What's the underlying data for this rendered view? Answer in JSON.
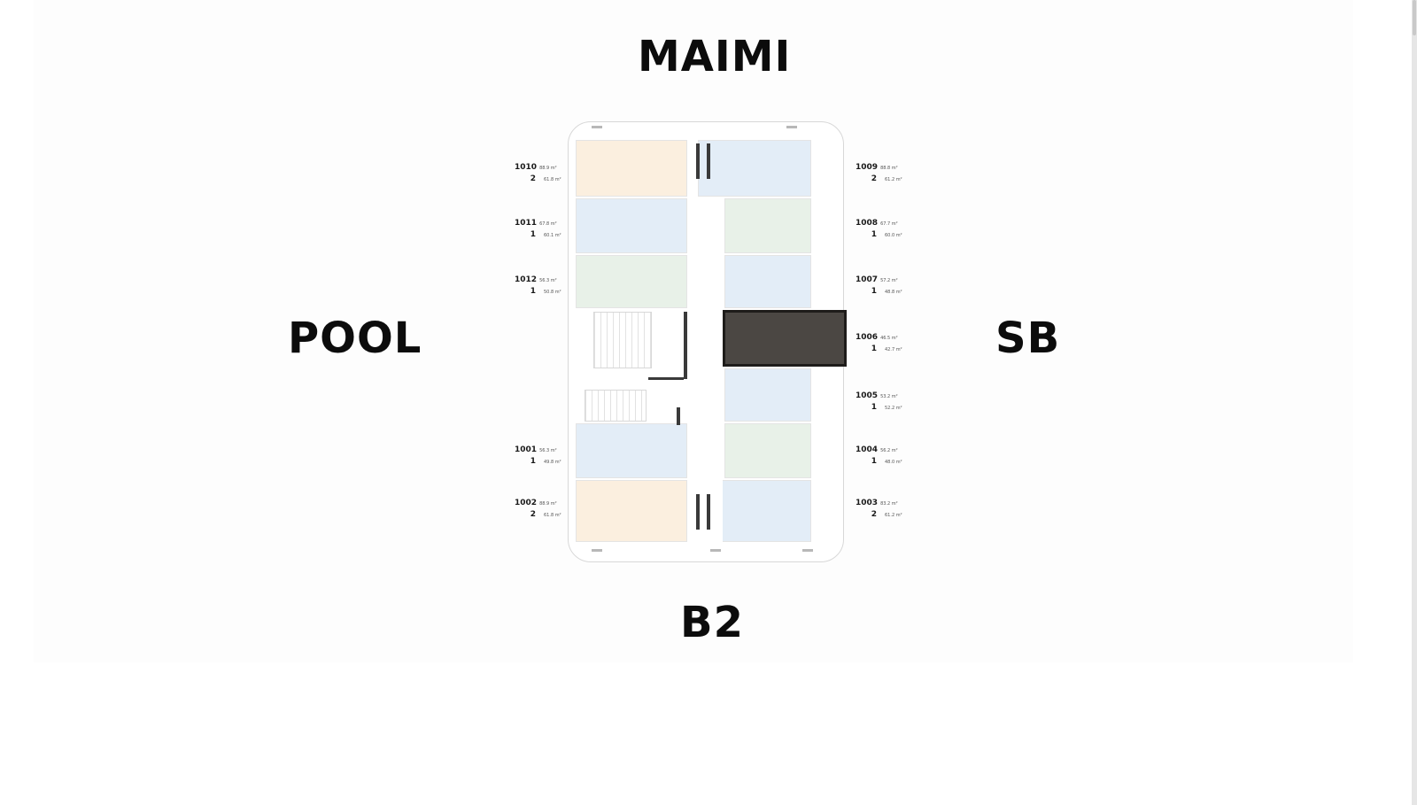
{
  "labels": {
    "north": "MAIMI",
    "west": "POOL",
    "east": "SB",
    "south": "B2"
  },
  "units_left": [
    {
      "number": "1010",
      "total_area": "88.9 m²",
      "bedrooms": "2",
      "inner_area": "61.8 m²"
    },
    {
      "number": "1011",
      "total_area": "67.8 m²",
      "bedrooms": "1",
      "inner_area": "60.1 m²"
    },
    {
      "number": "1012",
      "total_area": "56.3 m²",
      "bedrooms": "1",
      "inner_area": "50.8 m²"
    },
    {
      "number": "1001",
      "total_area": "56.3 m²",
      "bedrooms": "1",
      "inner_area": "49.8 m²"
    },
    {
      "number": "1002",
      "total_area": "88.9 m²",
      "bedrooms": "2",
      "inner_area": "61.8 m²"
    }
  ],
  "units_right": [
    {
      "number": "1009",
      "total_area": "88.8 m²",
      "bedrooms": "2",
      "inner_area": "61.2 m²"
    },
    {
      "number": "1008",
      "total_area": "67.7 m²",
      "bedrooms": "1",
      "inner_area": "60.0 m²"
    },
    {
      "number": "1007",
      "total_area": "57.2 m²",
      "bedrooms": "1",
      "inner_area": "48.8 m²"
    },
    {
      "number": "1006",
      "total_area": "46.5 m²",
      "bedrooms": "1",
      "inner_area": "42.7 m²"
    },
    {
      "number": "1005",
      "total_area": "53.2 m²",
      "bedrooms": "1",
      "inner_area": "52.2 m²"
    },
    {
      "number": "1004",
      "total_area": "56.2 m²",
      "bedrooms": "1",
      "inner_area": "48.0 m²"
    },
    {
      "number": "1003",
      "total_area": "83.2 m²",
      "bedrooms": "2",
      "inner_area": "61.2 m²"
    }
  ],
  "colors": {
    "two_bedroom": "#fbefdf",
    "one_bedroom_blue": "#e3edf7",
    "one_bedroom_green": "#e8f1e8",
    "selected_unit": "#4b4743"
  },
  "selected_unit": "1006"
}
